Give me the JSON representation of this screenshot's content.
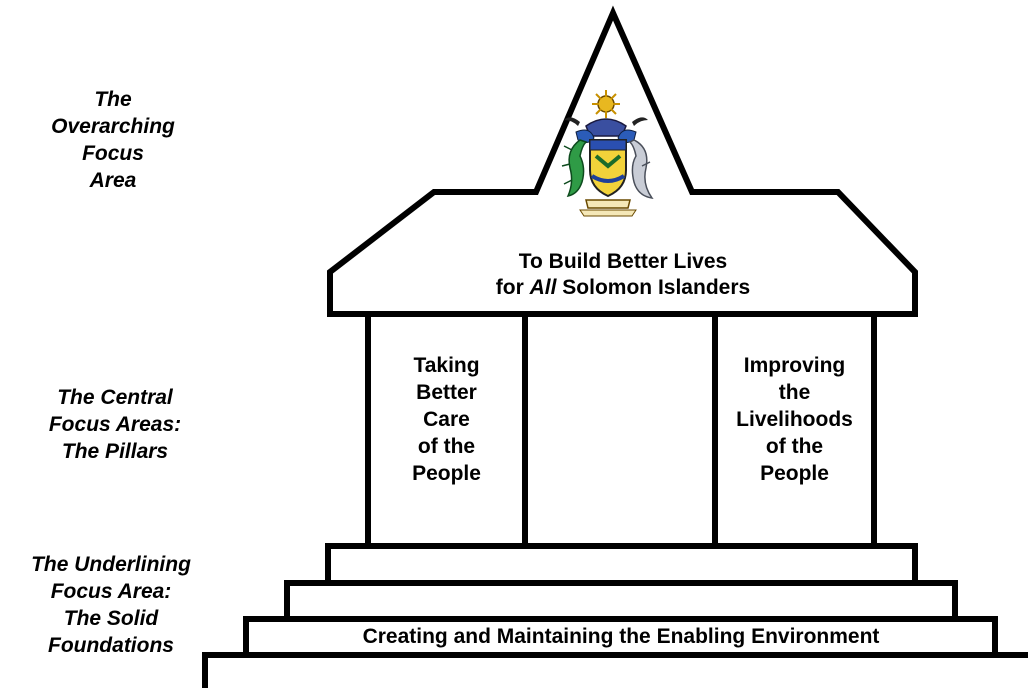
{
  "side_labels": {
    "overarching": [
      "The",
      "Overarching",
      "Focus",
      "Area"
    ],
    "central": [
      "The Central",
      "Focus Areas:",
      "The Pillars"
    ],
    "underlining": [
      "The Underlining",
      "Focus Area:",
      "The Solid",
      "Foundations"
    ]
  },
  "roof": {
    "line1": "To Build Better Lives",
    "line2_pre": "for ",
    "line2_em": "All",
    "line2_post": " Solomon Islanders",
    "emblem_icon": "coat-of-arms-emblem"
  },
  "pillars": {
    "left": [
      "Taking",
      "Better",
      "Care",
      "of the",
      "People"
    ],
    "middle": [],
    "right": [
      "Improving",
      "the",
      "Livelihoods",
      "of the",
      "People"
    ]
  },
  "foundation": {
    "text": "Creating and Maintaining the Enabling Environment"
  },
  "colors": {
    "stroke": "#000000",
    "fill": "#ffffff"
  }
}
